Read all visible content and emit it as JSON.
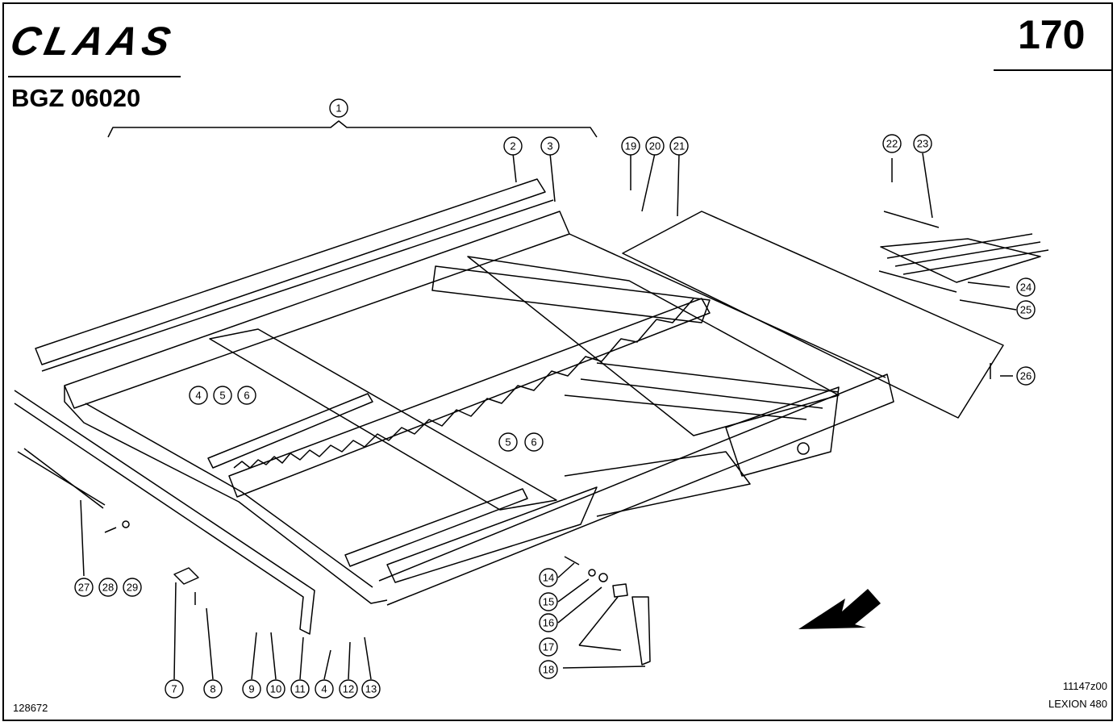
{
  "header": {
    "brand": "CLAAS",
    "doc_code": "BGZ 06020",
    "page_number": "170"
  },
  "footer": {
    "left_ref": "128672",
    "right_ref": "11147z00",
    "model": "LEXION 480"
  },
  "callouts": [
    {
      "id": "c1",
      "label": "1"
    },
    {
      "id": "c2",
      "label": "2"
    },
    {
      "id": "c3",
      "label": "3"
    },
    {
      "id": "c4a",
      "label": "4"
    },
    {
      "id": "c5a",
      "label": "5"
    },
    {
      "id": "c6a",
      "label": "6"
    },
    {
      "id": "c5b",
      "label": "5"
    },
    {
      "id": "c6b",
      "label": "6"
    },
    {
      "id": "c7",
      "label": "7"
    },
    {
      "id": "c8",
      "label": "8"
    },
    {
      "id": "c9",
      "label": "9"
    },
    {
      "id": "c10",
      "label": "10"
    },
    {
      "id": "c11",
      "label": "11"
    },
    {
      "id": "c4b",
      "label": "4"
    },
    {
      "id": "c12",
      "label": "12"
    },
    {
      "id": "c13",
      "label": "13"
    },
    {
      "id": "c14",
      "label": "14"
    },
    {
      "id": "c15",
      "label": "15"
    },
    {
      "id": "c16",
      "label": "16"
    },
    {
      "id": "c17",
      "label": "17"
    },
    {
      "id": "c18",
      "label": "18"
    },
    {
      "id": "c19",
      "label": "19"
    },
    {
      "id": "c20",
      "label": "20"
    },
    {
      "id": "c21",
      "label": "21"
    },
    {
      "id": "c22",
      "label": "22"
    },
    {
      "id": "c23",
      "label": "23"
    },
    {
      "id": "c24",
      "label": "24"
    },
    {
      "id": "c25",
      "label": "25"
    },
    {
      "id": "c26",
      "label": "26"
    },
    {
      "id": "c27",
      "label": "27"
    },
    {
      "id": "c28",
      "label": "28"
    },
    {
      "id": "c29",
      "label": "29"
    }
  ]
}
